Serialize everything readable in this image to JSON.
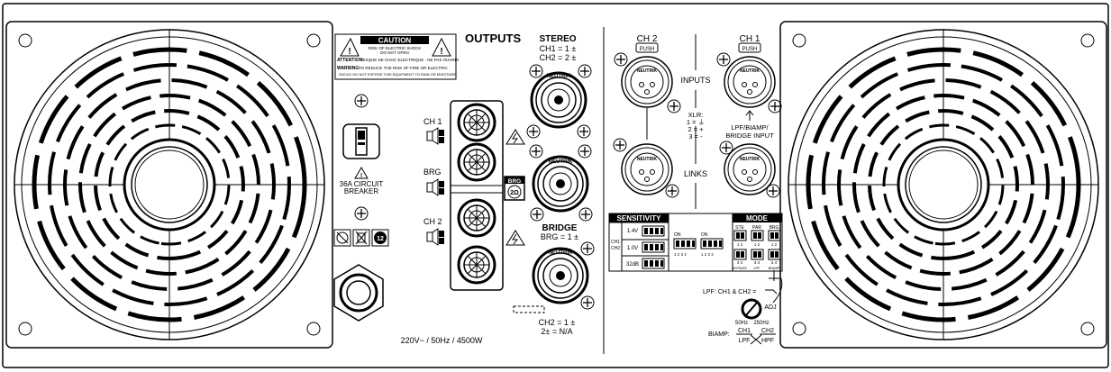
{
  "panel": {
    "outputs_title": "OUTPUTS",
    "power_rating": "220V~ / 50Hz / 4500W",
    "caution": {
      "title": "CAUTION",
      "line1": "RISK OF ELECTRIC SHOCK",
      "line2": "DO NOT OPEN",
      "attention_label": "ATTENTION:",
      "attention_text": "RISQUE DE CHOC ELECTRIQUE - NE PAS OUVRIR",
      "warning_label": "WARNING:",
      "warning_line1": "TO REDUCE THE RISK OF FIRE OR ELECTRIC",
      "warning_line2": "SHOCK DO NOT EXPOSE THIS EQUIPMENT TO RAIN OR MOISTURE"
    },
    "breaker": {
      "line1": "36A CIRCUIT",
      "line2": "BREAKER"
    },
    "badge_12": "12",
    "binding_posts": {
      "ch1": "CH 1",
      "brg": "BRG",
      "ch2": "CH 2"
    },
    "speakon_stereo": {
      "title": "STEREO",
      "line1": "CH1 = 1 ±",
      "line2": "CH2 = 2 ±"
    },
    "speakon_bridge": {
      "title": "BRIDGE",
      "line1": "BRG = 1 ±"
    },
    "speakon_ch2": {
      "line1": "CH2 = 1 ±",
      "line2": "2± = N/A"
    },
    "brg_badge": {
      "top": "BRG",
      "bottom": "2Ω"
    },
    "speakon_brand": "NEUTRIK",
    "ch2_input": {
      "title": "CH 2",
      "push": "PUSH"
    },
    "ch1_input": {
      "title": "CH 1",
      "push": "PUSH"
    },
    "inputs_label": "INPUTS",
    "links_label": "LINKS",
    "xlr": {
      "title": "XLR:",
      "p1": "1 = ⏚",
      "p2": "2 = +",
      "p3": "3 = -"
    },
    "lpf_note": {
      "line1": "LPF/BIAMP/",
      "line2": "BRIDGE INPUT"
    },
    "sensitivity": {
      "title": "SENSITIVITY",
      "levels": [
        "1.4V",
        "1.0V",
        "32dB"
      ],
      "ch_label1": "CH1",
      "ch_label2": "CH2",
      "on": "ON",
      "nums": "1 2 3 4"
    },
    "mode": {
      "title": "MODE",
      "cols": [
        "STE",
        "PAR",
        "BRG"
      ],
      "col_nums": [
        "1 2",
        "1 2",
        "1 2"
      ],
      "row2_nums": [
        "3 4",
        "3 4",
        "3 4"
      ],
      "row2_labels": [
        "BYPASS",
        "LPF",
        "BIAMP"
      ]
    },
    "lpf_ch": "LPF: CH1 & CH2 =",
    "adj": "ADJ",
    "freq_low": "50Hz",
    "freq_high": "250Hz",
    "biamp": {
      "label": "BIAMP:",
      "ch1": "CH1",
      "ch2": "CH2",
      "lpf": "LPF",
      "hpf": "HPF"
    },
    "icons": [
      "fan-left-icon",
      "fan-right-icon",
      "circuit-breaker-icon",
      "warning-triangle-icon",
      "ground-symbol-icon",
      "speaker-icon",
      "lightning-icon",
      "xlr-connector-icon",
      "speakon-connector-icon",
      "dip-switch-icon",
      "weee-bin-icon",
      "power-cable-gland-icon"
    ]
  }
}
